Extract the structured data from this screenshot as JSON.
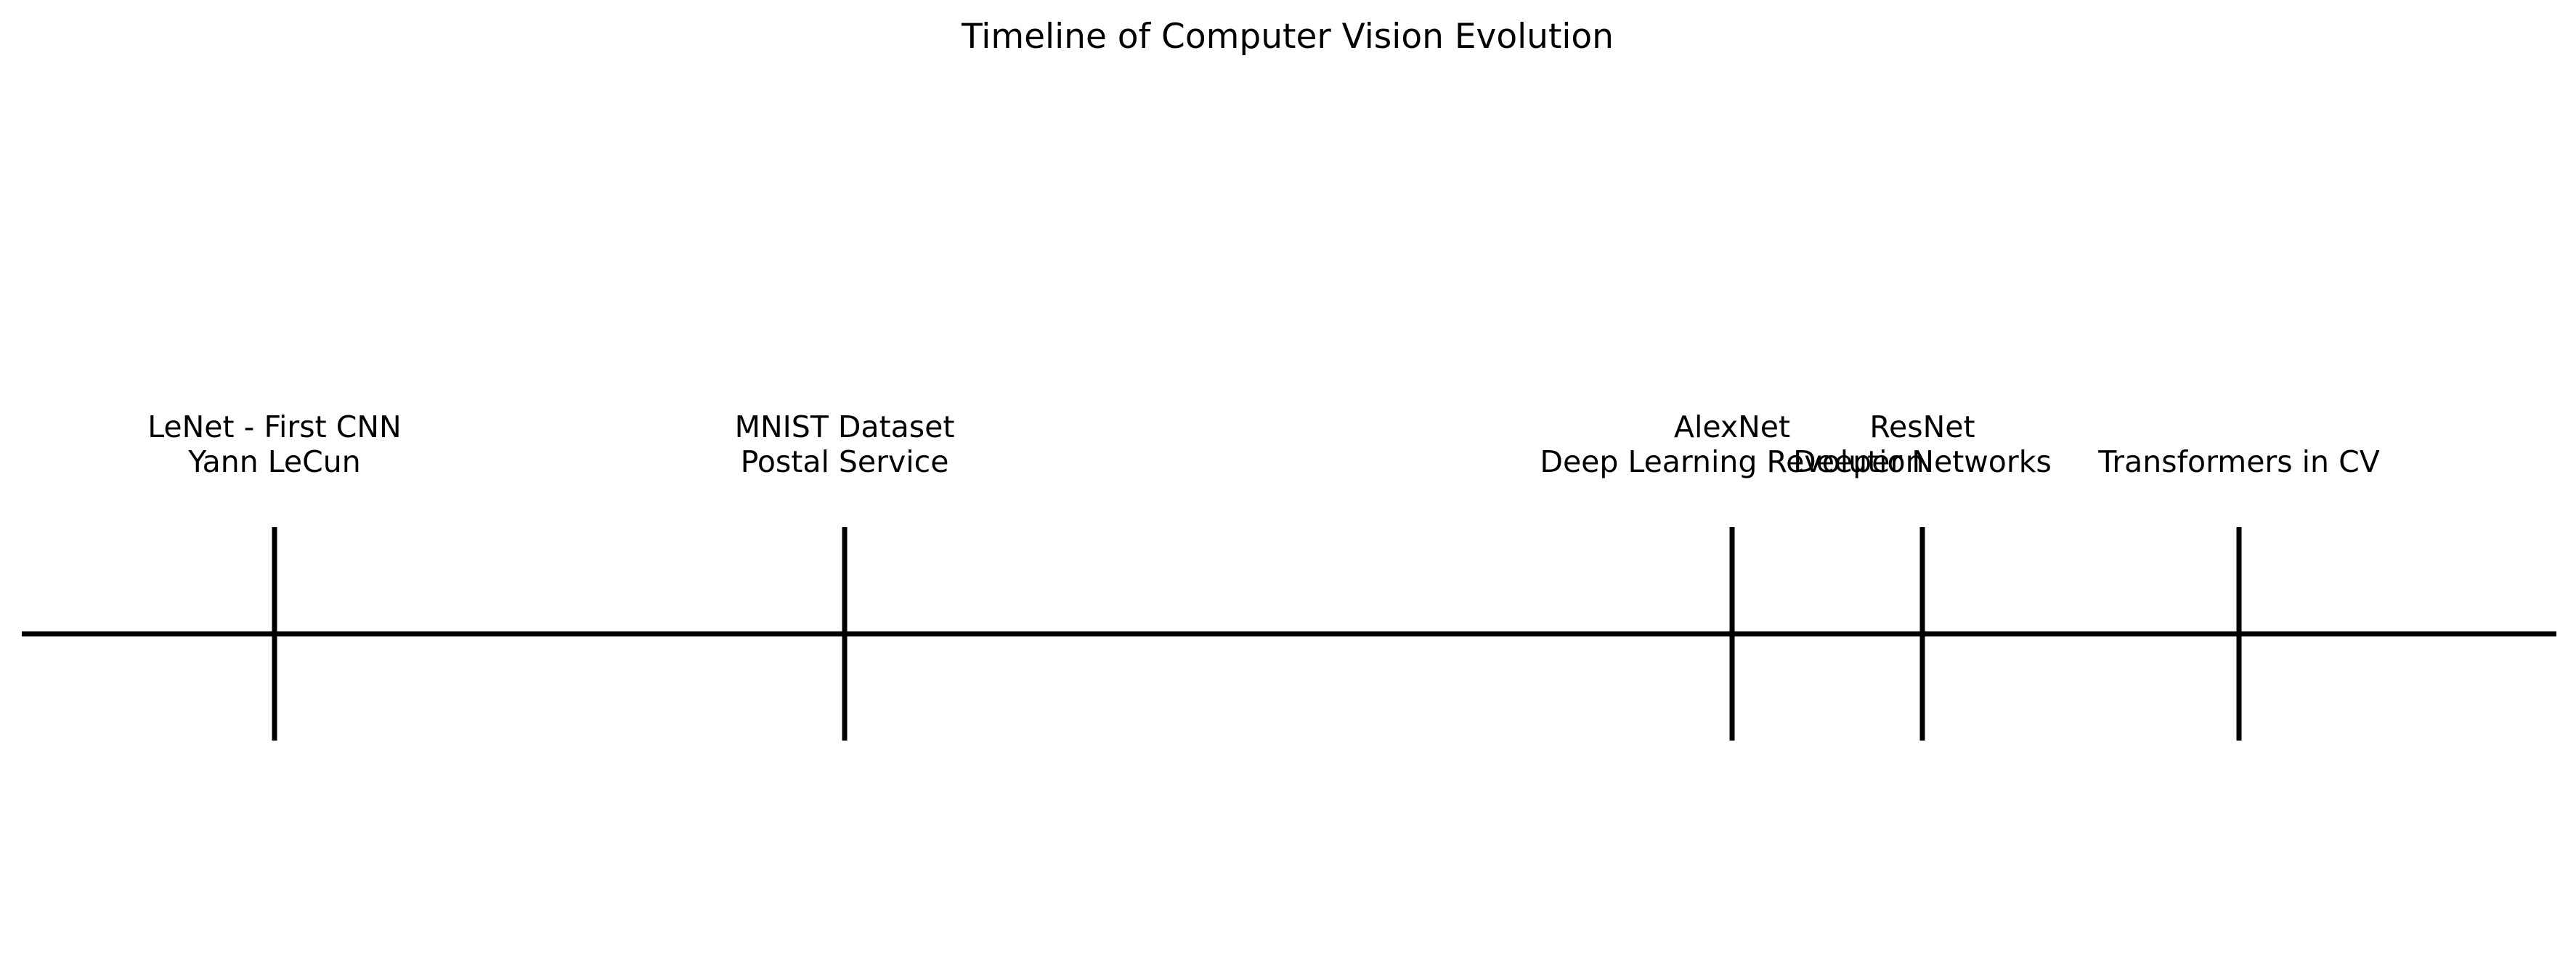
{
  "chart_data": {
    "type": "timeline",
    "title": "Timeline of Computer Vision Evolution",
    "events": [
      {
        "lines": [
          "LeNet - First CNN",
          "Yann LeCun"
        ]
      },
      {
        "lines": [
          "MNIST Dataset",
          "Postal Service"
        ]
      },
      {
        "lines": [
          "AlexNet",
          "Deep Learning Revolution"
        ]
      },
      {
        "lines": [
          "ResNet",
          "Deeper Networks"
        ]
      },
      {
        "lines": [
          "Transformers in CV"
        ]
      }
    ],
    "axis_visible": false,
    "grid": false,
    "colors": {
      "line": "#000000",
      "text": "#000000",
      "background": "#ffffff"
    }
  }
}
